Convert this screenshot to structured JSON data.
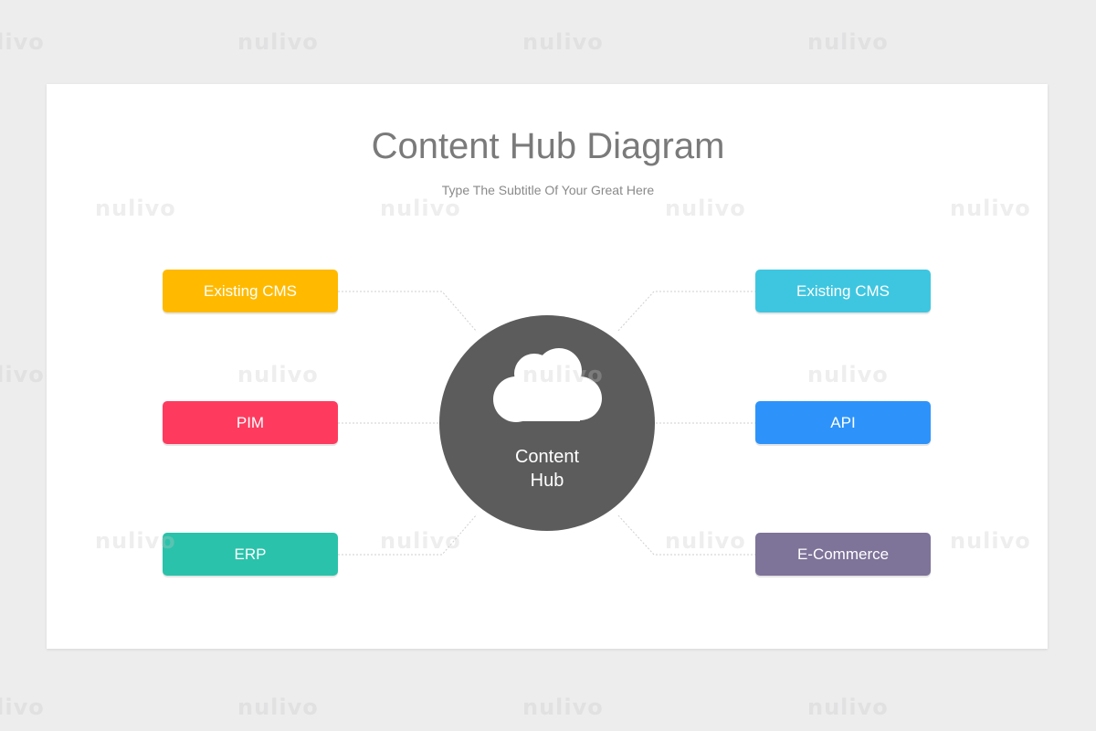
{
  "title": "Content Hub Diagram",
  "subtitle": "Type The Subtitle Of Your Great Here",
  "watermark": "nulivo",
  "hub": {
    "label_line1": "Content",
    "label_line2": "Hub",
    "icon": "cloud-icon",
    "color": "#5c5c5c"
  },
  "nodes": [
    {
      "label": "Existing CMS",
      "color": "#ffba00"
    },
    {
      "label": "PIM",
      "color": "#fe3b5f"
    },
    {
      "label": "ERP",
      "color": "#2ac2aa"
    },
    {
      "label": "Existing CMS",
      "color": "#3ec6e0"
    },
    {
      "label": "API",
      "color": "#2d93fa"
    },
    {
      "label": "E-Commerce",
      "color": "#7e7399"
    }
  ]
}
